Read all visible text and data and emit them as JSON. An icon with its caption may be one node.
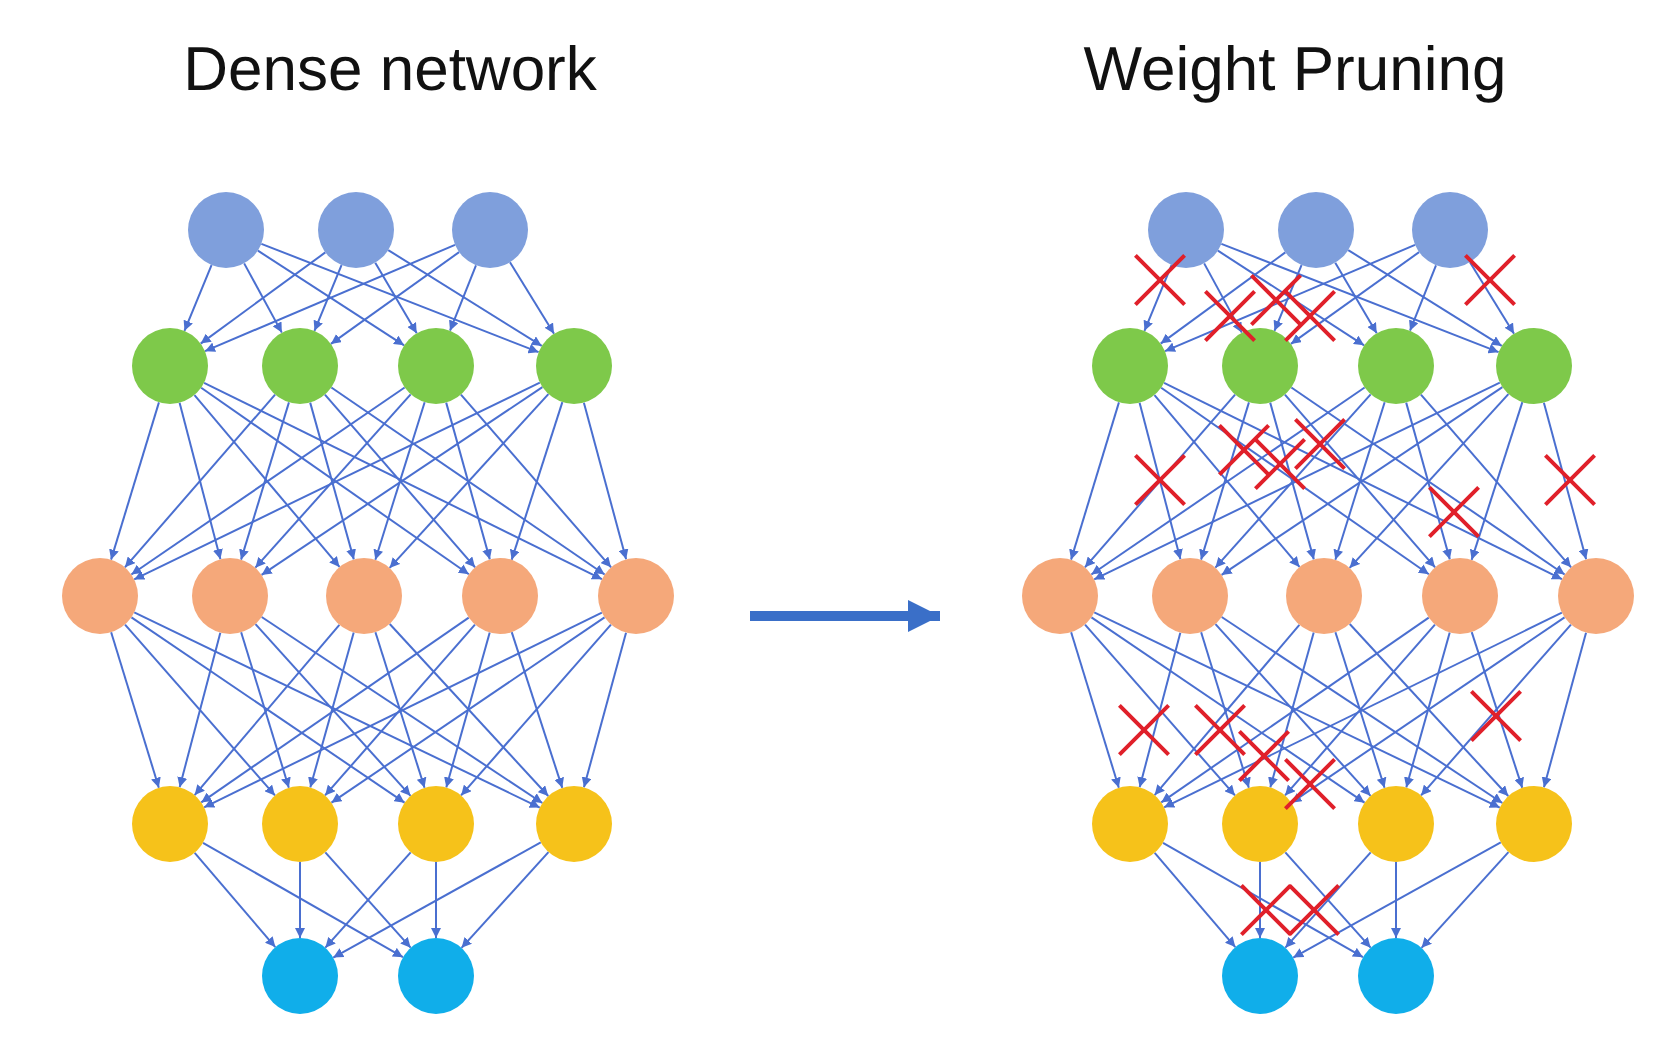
{
  "diagram": {
    "nodes": [
      {
        "text": [
          "Dense network"
        ]
      },
      {
        "text": [],
        "shape": "circle",
        "in": 0
      },
      {
        "text": [],
        "shape": "circle",
        "in": 0
      },
      {
        "text": [],
        "shape": "circle",
        "in": 0
      },
      {
        "text": [],
        "shape": "circle",
        "in": 0
      },
      {
        "text": [],
        "shape": "circle",
        "in": 0
      },
      {
        "text": [],
        "shape": "circle",
        "in": 0
      },
      {
        "text": [],
        "shape": "circle",
        "in": 0
      },
      {
        "text": [],
        "shape": "circle",
        "in": 0
      },
      {
        "text": [],
        "shape": "circle",
        "in": 0
      },
      {
        "text": [],
        "shape": "circle",
        "in": 0
      },
      {
        "text": [],
        "shape": "circle",
        "in": 0
      },
      {
        "text": [],
        "shape": "circle",
        "in": 0
      },
      {
        "text": [],
        "shape": "circle",
        "in": 0
      },
      {
        "text": [],
        "shape": "circle",
        "in": 0
      },
      {
        "text": [],
        "shape": "circle",
        "in": 0
      },
      {
        "text": [],
        "shape": "circle",
        "in": 0
      },
      {
        "text": [],
        "shape": "circle",
        "in": 0
      },
      {
        "text": [],
        "shape": "circle",
        "in": 0
      },
      {
        "text": [
          "Weight Pruning"
        ]
      },
      {
        "text": [],
        "shape": "circle",
        "in": 19
      },
      {
        "text": [],
        "shape": "circle",
        "in": 19
      },
      {
        "text": [],
        "shape": "circle",
        "in": 19
      },
      {
        "text": [],
        "shape": "circle",
        "in": 19
      },
      {
        "text": [],
        "shape": "circle",
        "in": 19
      },
      {
        "text": [],
        "shape": "circle",
        "in": 19
      },
      {
        "text": [],
        "shape": "circle",
        "in": 19
      },
      {
        "text": [],
        "shape": "circle",
        "in": 19
      },
      {
        "text": [],
        "shape": "circle",
        "in": 19
      },
      {
        "text": [],
        "shape": "circle",
        "in": 19
      },
      {
        "text": [],
        "shape": "circle",
        "in": 19
      },
      {
        "text": [],
        "shape": "circle",
        "in": 19
      },
      {
        "text": [],
        "shape": "circle",
        "in": 19
      },
      {
        "text": [],
        "shape": "circle",
        "in": 19
      },
      {
        "text": [],
        "shape": "circle",
        "in": 19
      },
      {
        "text": [],
        "shape": "circle",
        "in": 19
      },
      {
        "text": [],
        "shape": "circle",
        "in": 19
      },
      {
        "text": [],
        "shape": "circle",
        "in": 19
      }
    ],
    "edges": [
      {
        "from": 1,
        "to": 4,
        "arrow": "to"
      },
      {
        "from": 1,
        "to": 5,
        "arrow": "to"
      },
      {
        "from": 1,
        "to": 6,
        "arrow": "to"
      },
      {
        "from": 1,
        "to": 7,
        "arrow": "to"
      },
      {
        "from": 2,
        "to": 4,
        "arrow": "to"
      },
      {
        "from": 2,
        "to": 5,
        "arrow": "to"
      },
      {
        "from": 2,
        "to": 6,
        "arrow": "to"
      },
      {
        "from": 2,
        "to": 7,
        "arrow": "to"
      },
      {
        "from": 3,
        "to": 4,
        "arrow": "to"
      },
      {
        "from": 3,
        "to": 5,
        "arrow": "to"
      },
      {
        "from": 3,
        "to": 6,
        "arrow": "to"
      },
      {
        "from": 3,
        "to": 7,
        "arrow": "to"
      },
      {
        "from": 4,
        "to": 8,
        "arrow": "to"
      },
      {
        "from": 4,
        "to": 9,
        "arrow": "to"
      },
      {
        "from": 4,
        "to": 10,
        "arrow": "to"
      },
      {
        "from": 4,
        "to": 11,
        "arrow": "to"
      },
      {
        "from": 4,
        "to": 12,
        "arrow": "to"
      },
      {
        "from": 5,
        "to": 8,
        "arrow": "to"
      },
      {
        "from": 5,
        "to": 9,
        "arrow": "to"
      },
      {
        "from": 5,
        "to": 10,
        "arrow": "to"
      },
      {
        "from": 5,
        "to": 11,
        "arrow": "to"
      },
      {
        "from": 5,
        "to": 12,
        "arrow": "to"
      },
      {
        "from": 6,
        "to": 8,
        "arrow": "to"
      },
      {
        "from": 6,
        "to": 9,
        "arrow": "to"
      },
      {
        "from": 6,
        "to": 10,
        "arrow": "to"
      },
      {
        "from": 6,
        "to": 11,
        "arrow": "to"
      },
      {
        "from": 6,
        "to": 12,
        "arrow": "to"
      },
      {
        "from": 7,
        "to": 8,
        "arrow": "to"
      },
      {
        "from": 7,
        "to": 9,
        "arrow": "to"
      },
      {
        "from": 7,
        "to": 10,
        "arrow": "to"
      },
      {
        "from": 7,
        "to": 11,
        "arrow": "to"
      },
      {
        "from": 7,
        "to": 12,
        "arrow": "to"
      },
      {
        "from": 8,
        "to": 13,
        "arrow": "to"
      },
      {
        "from": 8,
        "to": 14,
        "arrow": "to"
      },
      {
        "from": 8,
        "to": 15,
        "arrow": "to"
      },
      {
        "from": 8,
        "to": 16,
        "arrow": "to"
      },
      {
        "from": 9,
        "to": 13,
        "arrow": "to"
      },
      {
        "from": 9,
        "to": 14,
        "arrow": "to"
      },
      {
        "from": 9,
        "to": 15,
        "arrow": "to"
      },
      {
        "from": 9,
        "to": 16,
        "arrow": "to"
      },
      {
        "from": 10,
        "to": 13,
        "arrow": "to"
      },
      {
        "from": 10,
        "to": 14,
        "arrow": "to"
      },
      {
        "from": 10,
        "to": 15,
        "arrow": "to"
      },
      {
        "from": 10,
        "to": 16,
        "arrow": "to"
      },
      {
        "from": 11,
        "to": 13,
        "arrow": "to"
      },
      {
        "from": 11,
        "to": 14,
        "arrow": "to"
      },
      {
        "from": 11,
        "to": 15,
        "arrow": "to"
      },
      {
        "from": 11,
        "to": 16,
        "arrow": "to"
      },
      {
        "from": 12,
        "to": 13,
        "arrow": "to"
      },
      {
        "from": 12,
        "to": 14,
        "arrow": "to"
      },
      {
        "from": 12,
        "to": 15,
        "arrow": "to"
      },
      {
        "from": 12,
        "to": 16,
        "arrow": "to"
      },
      {
        "from": 13,
        "to": 17,
        "arrow": "to"
      },
      {
        "from": 13,
        "to": 18,
        "arrow": "to"
      },
      {
        "from": 14,
        "to": 17,
        "arrow": "to"
      },
      {
        "from": 14,
        "to": 18,
        "arrow": "to"
      },
      {
        "from": 15,
        "to": 17,
        "arrow": "to"
      },
      {
        "from": 15,
        "to": 18,
        "arrow": "to"
      },
      {
        "from": 16,
        "to": 17,
        "arrow": "to"
      },
      {
        "from": 16,
        "to": 18,
        "arrow": "to"
      },
      {
        "from": 0,
        "to": 19,
        "arrow": "to",
        "style": "thick"
      },
      {
        "from": 20,
        "to": 23,
        "arrow": "to"
      },
      {
        "from": 20,
        "to": 24,
        "arrow": "to"
      },
      {
        "from": 20,
        "to": 25,
        "arrow": "to"
      },
      {
        "from": 20,
        "to": 26,
        "arrow": "to"
      },
      {
        "from": 21,
        "to": 23,
        "arrow": "to"
      },
      {
        "from": 21,
        "to": 24,
        "arrow": "to"
      },
      {
        "from": 21,
        "to": 25,
        "arrow": "to"
      },
      {
        "from": 21,
        "to": 26,
        "arrow": "to"
      },
      {
        "from": 22,
        "to": 23,
        "arrow": "to"
      },
      {
        "from": 22,
        "to": 24,
        "arrow": "to"
      },
      {
        "from": 22,
        "to": 25,
        "arrow": "to"
      },
      {
        "from": 22,
        "to": 26,
        "arrow": "to"
      },
      {
        "from": 23,
        "to": 27,
        "arrow": "to"
      },
      {
        "from": 23,
        "to": 28,
        "arrow": "to"
      },
      {
        "from": 23,
        "to": 29,
        "arrow": "to"
      },
      {
        "from": 23,
        "to": 30,
        "arrow": "to"
      },
      {
        "from": 23,
        "to": 31,
        "arrow": "to"
      },
      {
        "from": 24,
        "to": 27,
        "arrow": "to"
      },
      {
        "from": 24,
        "to": 28,
        "arrow": "to"
      },
      {
        "from": 24,
        "to": 29,
        "arrow": "to"
      },
      {
        "from": 24,
        "to": 30,
        "arrow": "to"
      },
      {
        "from": 24,
        "to": 31,
        "arrow": "to"
      },
      {
        "from": 25,
        "to": 27,
        "arrow": "to"
      },
      {
        "from": 25,
        "to": 28,
        "arrow": "to"
      },
      {
        "from": 25,
        "to": 29,
        "arrow": "to"
      },
      {
        "from": 25,
        "to": 30,
        "arrow": "to"
      },
      {
        "from": 25,
        "to": 31,
        "arrow": "to"
      },
      {
        "from": 26,
        "to": 27,
        "arrow": "to"
      },
      {
        "from": 26,
        "to": 28,
        "arrow": "to"
      },
      {
        "from": 26,
        "to": 29,
        "arrow": "to"
      },
      {
        "from": 26,
        "to": 30,
        "arrow": "to"
      },
      {
        "from": 26,
        "to": 31,
        "arrow": "to"
      },
      {
        "from": 27,
        "to": 32,
        "arrow": "to"
      },
      {
        "from": 27,
        "to": 33,
        "arrow": "to"
      },
      {
        "from": 27,
        "to": 34,
        "arrow": "to"
      },
      {
        "from": 27,
        "to": 35,
        "arrow": "to"
      },
      {
        "from": 28,
        "to": 32,
        "arrow": "to"
      },
      {
        "from": 28,
        "to": 33,
        "arrow": "to"
      },
      {
        "from": 28,
        "to": 34,
        "arrow": "to"
      },
      {
        "from": 28,
        "to": 35,
        "arrow": "to"
      },
      {
        "from": 29,
        "to": 32,
        "arrow": "to"
      },
      {
        "from": 29,
        "to": 33,
        "arrow": "to"
      },
      {
        "from": 29,
        "to": 34,
        "arrow": "to"
      },
      {
        "from": 29,
        "to": 35,
        "arrow": "to"
      },
      {
        "from": 30,
        "to": 32,
        "arrow": "to"
      },
      {
        "from": 30,
        "to": 33,
        "arrow": "to"
      },
      {
        "from": 30,
        "to": 34,
        "arrow": "to"
      },
      {
        "from": 30,
        "to": 35,
        "arrow": "to"
      },
      {
        "from": 31,
        "to": 32,
        "arrow": "to"
      },
      {
        "from": 31,
        "to": 33,
        "arrow": "to"
      },
      {
        "from": 31,
        "to": 34,
        "arrow": "to"
      },
      {
        "from": 31,
        "to": 35,
        "arrow": "to"
      },
      {
        "from": 32,
        "to": 36,
        "arrow": "to"
      },
      {
        "from": 32,
        "to": 37,
        "arrow": "to"
      },
      {
        "from": 33,
        "to": 36,
        "arrow": "to"
      },
      {
        "from": 33,
        "to": 37,
        "arrow": "to"
      },
      {
        "from": 34,
        "to": 36,
        "arrow": "to"
      },
      {
        "from": 34,
        "to": 37,
        "arrow": "to"
      },
      {
        "from": 35,
        "to": 36,
        "arrow": "to"
      },
      {
        "from": 35,
        "to": 37,
        "arrow": "to"
      }
    ]
  }
}
